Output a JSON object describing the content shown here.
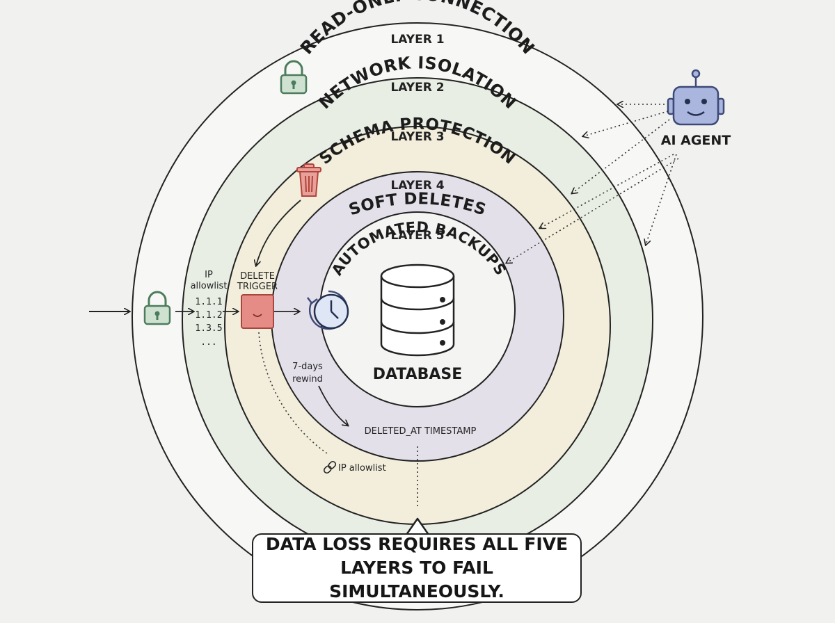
{
  "layers": [
    {
      "number": "LAYER 1",
      "name": "READ-ONLY CONNECTION"
    },
    {
      "number": "LAYER 2",
      "name": "NETWORK ISOLATION"
    },
    {
      "number": "LAYER 3",
      "name": "SCHEMA PROTECTION"
    },
    {
      "number": "LAYER 4",
      "name": "SOFT DELETES"
    },
    {
      "number": "LAYER 5",
      "name": "AUTOMATED BACKUPS"
    }
  ],
  "agent": {
    "label": "AI AGENT",
    "icon": "robot-icon"
  },
  "database": {
    "label": "DATABASE",
    "icon": "database-icon"
  },
  "network": {
    "allowlist_title_line1": "IP",
    "allowlist_title_line2": "allowlist",
    "ips": [
      "1.1.1",
      "1.1.2",
      "1.3.5",
      "..."
    ],
    "link_label": "IP allowlist"
  },
  "schema": {
    "trigger_line1": "DELETE",
    "trigger_line2": "TRIGGER"
  },
  "soft_delete": {
    "timestamp_label": "DELETED_AT TIMESTAMP"
  },
  "backups": {
    "rewind_line1": "7-days",
    "rewind_line2": "rewind"
  },
  "callout": {
    "line1": "DATA LOSS REQUIRES ALL FIVE",
    "line2": "LAYERS TO FAIL SIMULTANEOUSLY."
  },
  "colors": {
    "layer2_fill": "#e8eee4",
    "layer3_fill": "#f2eedb",
    "layer4_fill": "#e3e0ea",
    "layer5_fill": "#f4f4f2",
    "lock_fill": "#cfe2d2",
    "lock_stroke": "#4c7c5c",
    "trash_fill": "#e8a09a",
    "trash_stroke": "#b2433a",
    "robot_fill": "#aab6dd",
    "robot_stroke": "#3d4a78",
    "trigger_fill": "#e58c86"
  }
}
